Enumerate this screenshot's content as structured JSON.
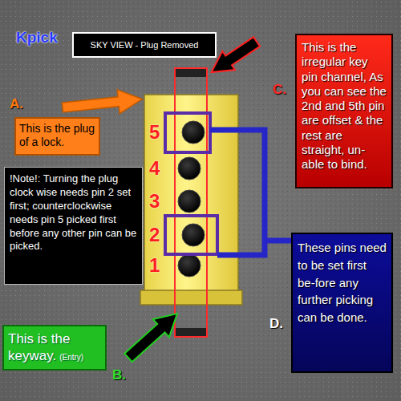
{
  "diagram": {
    "title": "SKY VIEW - Plug Removed",
    "nodes": [
      {
        "text": [
          "This is the irregular key pin channel, As you can see the 2nd and 5th pin are offset & the rest are straight, un-able to bind."
        ]
      },
      {
        "text": [
          "This is the plug of a lock."
        ]
      },
      {
        "text": [
          "!Note!: Turning the plug clock wise needs pin 2 set first; counterclockwise needs pin 5 picked first before any other pin can be picked."
        ]
      },
      {
        "text": [
          "These pins need to be set first be-fore any further picking can be done."
        ]
      },
      {
        "text": [
          "This is the keyway.",
          "(Entry)"
        ]
      }
    ],
    "labels": [
      "Kpick",
      "A.",
      "B.",
      "C.",
      "D.",
      "5",
      "4",
      "3",
      "2",
      "1"
    ]
  }
}
